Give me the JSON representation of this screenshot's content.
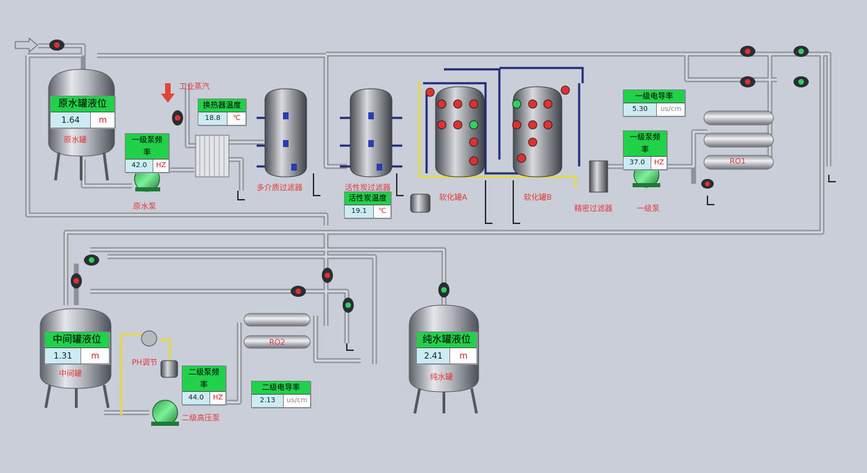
{
  "panels": {
    "raw_tank_level": {
      "title": "原水罐液位",
      "value": "1.64",
      "unit": "m"
    },
    "heat_exchanger_temp": {
      "title": "换热器温度",
      "value": "18.8",
      "unit": "℃"
    },
    "pump1_freq": {
      "title": "一级泵频率",
      "value": "42.0",
      "unit": "HZ"
    },
    "carbon_temp": {
      "title": "活性炭温度",
      "value": "19.1",
      "unit": "℃"
    },
    "conductivity1": {
      "title": "一级电导率",
      "value": "5.30",
      "unit": "us/cm"
    },
    "pump1b_freq": {
      "title": "一级泵频率",
      "value": "37.0",
      "unit": "HZ"
    },
    "mid_tank_level": {
      "title": "中间罐液位",
      "value": "1.31",
      "unit": "m"
    },
    "pump2_freq": {
      "title": "二级泵频率",
      "value": "44.0",
      "unit": "HZ"
    },
    "conductivity2": {
      "title": "二级电导率",
      "value": "2.13",
      "unit": "us/cm"
    },
    "pure_tank_level": {
      "title": "纯水罐液位",
      "value": "2.41",
      "unit": "m"
    }
  },
  "labels": {
    "raw_tank": "原水罐",
    "raw_pump": "原水泵",
    "industrial_steam": "工业蒸汽",
    "multi_filter": "多介质过滤器",
    "carbon_filter": "活性炭过滤器",
    "softener_a": "软化罐A",
    "softener_b": "软化罐B",
    "precision_filter": "精密过滤器",
    "primary_pump": "一级泵",
    "ro1": "RO1",
    "ph_adjust": "PH调节",
    "mid_tank": "中间罐",
    "secondary_pump": "二级高压泵",
    "ro2": "RO2",
    "pure_tank": "纯水罐"
  }
}
